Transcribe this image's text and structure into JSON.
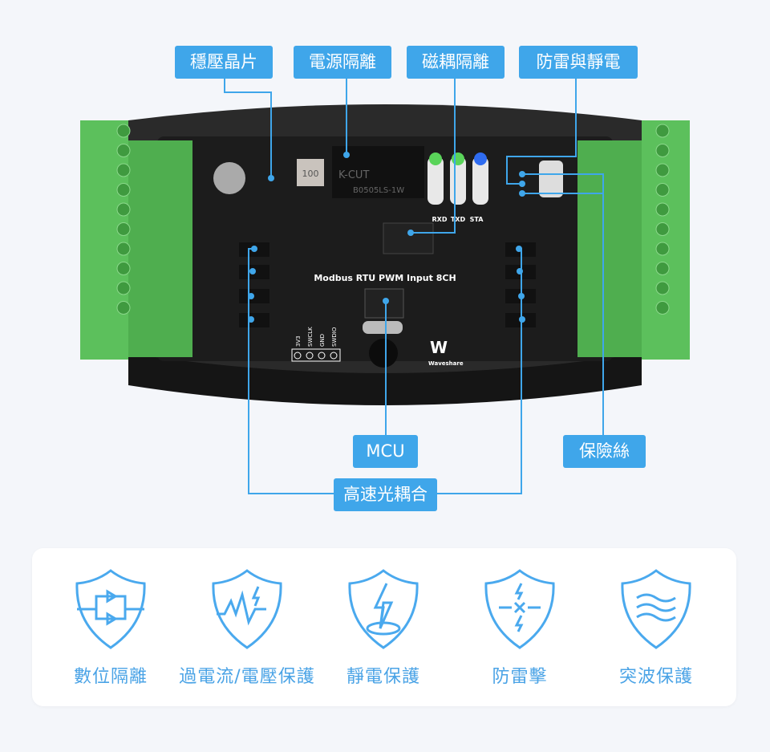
{
  "board": {
    "silkscreen_title": "Modbus RTU PWM Input 8CH",
    "brand": "Waveshare",
    "led_labels": [
      "RXD",
      "TXD",
      "STA"
    ],
    "header_pins": [
      "3V3",
      "SWCLK",
      "GND",
      "SWDIO"
    ],
    "isolator_marking": [
      "K-CUT",
      "B0505LS-1W"
    ],
    "inductor_marking": "100"
  },
  "callouts": {
    "regulator_chip": "穩壓晶片",
    "power_isolation": "電源隔離",
    "magnetic_isolation": "磁耦隔離",
    "surge_esd": "防雷與靜電",
    "mcu": "MCU",
    "fuse": "保險絲",
    "optocoupler": "高速光耦合"
  },
  "features": [
    {
      "label": "數位隔離",
      "icon": "digital-isolation-shield-icon"
    },
    {
      "label": "過電流/電壓保護",
      "icon": "overcurrent-shield-icon"
    },
    {
      "label": "靜電保護",
      "icon": "esd-shield-icon"
    },
    {
      "label": "防雷擊",
      "icon": "lightning-shield-icon"
    },
    {
      "label": "突波保護",
      "icon": "surge-shield-icon"
    }
  ],
  "colors": {
    "accent": "#3fa6ea",
    "terminal": "#5cc05c",
    "pcb": "#1c1c1c",
    "background": "#f4f6fa"
  }
}
